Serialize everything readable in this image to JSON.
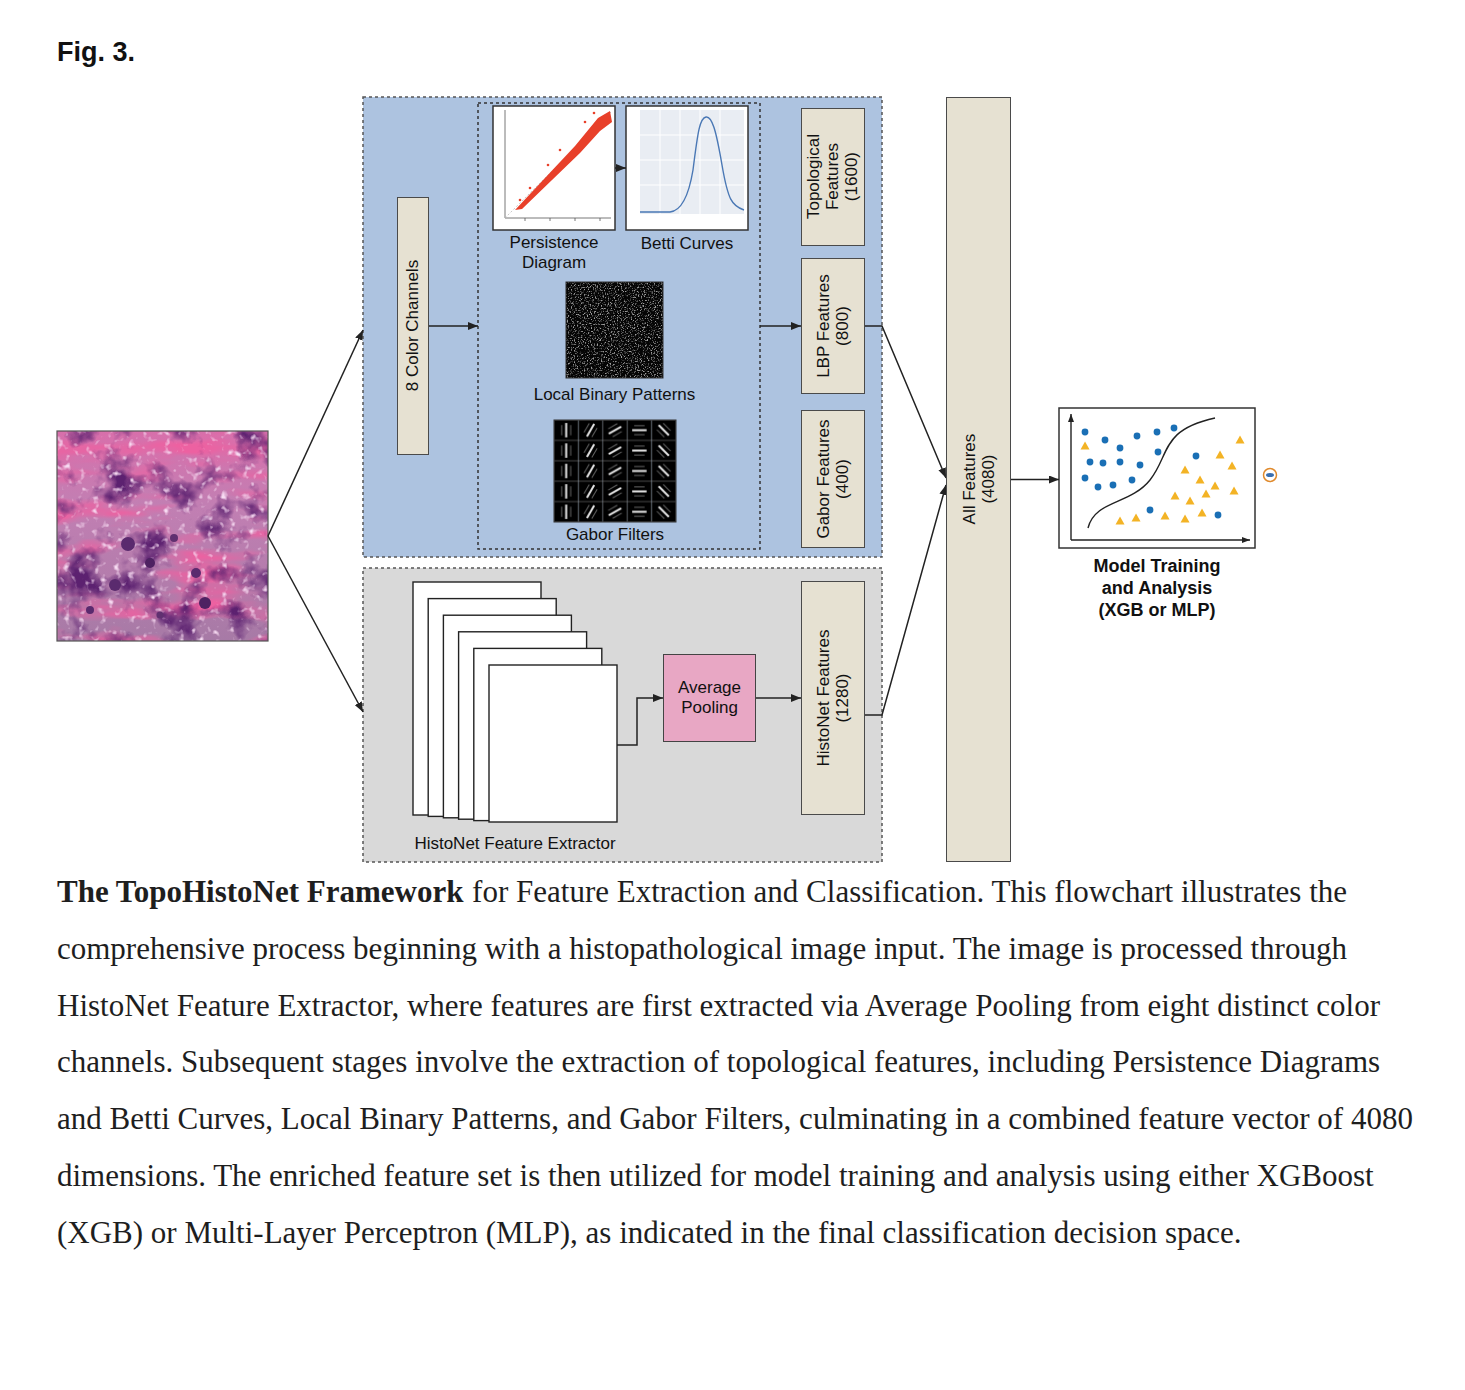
{
  "diagram": {
    "title": "Fig. 3.",
    "caption": "for Feature Extraction and Classification. This flowchart illustrates the comprehensive process beginning with a histopathological image input. The image is processed through HistoNet Feature Extractor, where features are first extracted via Average Pooling from eight distinct color channels. Subsequent stages involve the extraction of topological features, including Persistence Diagrams and Betti Curves, Local Binary Patterns, and Gabor Filters, culminating in a combined feature vector of 4080 dimensions. The enriched feature set is then utilized for model training and analysis using either XGBoost (XGB) or Multi-Layer Perceptron (MLP), as indicated in the final classification decision space.",
    "nodes": [
      {
        "text": [
          "8 Color Channels"
        ]
      },
      {
        "text": [
          "Persistence Diagram"
        ]
      },
      {
        "text": [
          "Betti Curves"
        ]
      },
      {
        "text": [
          "Local Binary Patterns"
        ]
      },
      {
        "text": [
          "Gabor Filters"
        ]
      },
      {
        "text": [
          "Topological Features (1600)"
        ]
      },
      {
        "text": [
          "LBP Features (800)"
        ]
      },
      {
        "text": [
          "Gabor Features (400)"
        ]
      },
      {
        "text": [
          "HistoNet Feature Extractor"
        ]
      },
      {
        "text": [
          "Average Pooling"
        ]
      },
      {
        "text": [
          "HistoNet Features (1280)"
        ]
      },
      {
        "text": [
          "All Features (4080)"
        ]
      },
      {
        "text": [
          "Model Training and Analysis (XGB or MLP)"
        ]
      }
    ],
    "edges": [
      {
        "from": 1,
        "to": 2,
        "arrow": "to"
      },
      {
        "from": 8,
        "to": 9,
        "arrow": "to"
      },
      {
        "from": 9,
        "to": 10,
        "arrow": "to"
      },
      {
        "from": 6,
        "to": 11,
        "arrow": "to"
      },
      {
        "from": 10,
        "to": 11,
        "arrow": "to"
      },
      {
        "from": 11,
        "to": 12,
        "arrow": "to"
      }
    ],
    "labels": [
      "The TopoHistoNet Framework"
    ]
  }
}
